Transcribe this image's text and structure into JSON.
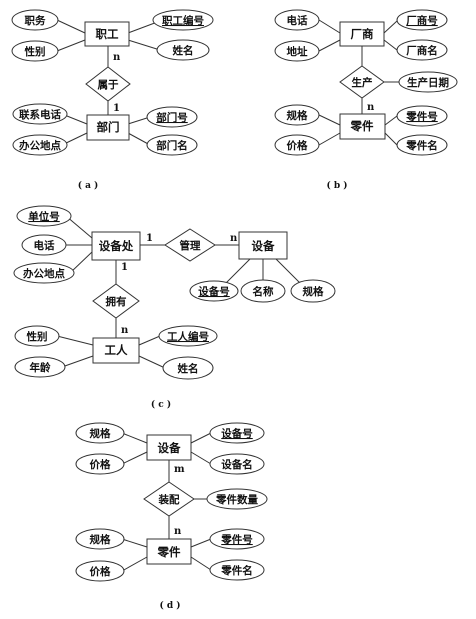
{
  "diagram_a": {
    "caption": "( a )",
    "entity_top": "职工",
    "entity_bottom": "部门",
    "relationship": "属于",
    "card_top": "n",
    "card_bottom": "1",
    "attrs_top": [
      "职务",
      "性别",
      "职工编号",
      "姓名"
    ],
    "attrs_bottom": [
      "联系电话",
      "办公地点",
      "部门号",
      "部门名"
    ]
  },
  "diagram_b": {
    "caption": "( b )",
    "entity_top": "厂商",
    "entity_bottom": "零件",
    "relationship": "生产",
    "rel_attr": "生产日期",
    "card_top": "",
    "card_bottom": "n",
    "attrs_top": [
      "电话",
      "地址",
      "厂商号",
      "厂商名"
    ],
    "attrs_bottom": [
      "规格",
      "价格",
      "零件号",
      "零件名"
    ]
  },
  "diagram_c": {
    "caption": "( c )",
    "entity_main": "设备处",
    "entity_right": "设备",
    "entity_bottom": "工人",
    "rel_right": "管理",
    "rel_down": "拥有",
    "card_main_right": "1",
    "card_right": "n",
    "card_main_down": "1",
    "card_bottom": "n",
    "attrs_main": [
      "单位号",
      "电话",
      "办公地点"
    ],
    "attrs_right": [
      "设备号",
      "名称",
      "规格"
    ],
    "attrs_bottom": [
      "性别",
      "年龄",
      "工人编号",
      "姓名"
    ]
  },
  "diagram_d": {
    "caption": "( d )",
    "entity_top": "设备",
    "entity_bottom": "零件",
    "relationship": "装配",
    "rel_attr": "零件数量",
    "card_top": "m",
    "card_bottom": "n",
    "attrs_top": [
      "规格",
      "价格",
      "设备号",
      "设备名"
    ],
    "attrs_bottom": [
      "规格",
      "价格",
      "零件号",
      "零件名"
    ]
  }
}
